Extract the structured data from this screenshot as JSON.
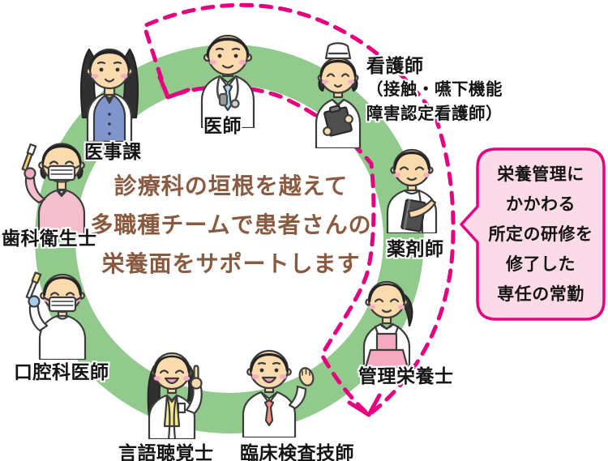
{
  "center_message": {
    "lines": [
      "診療科の垣根を越えて",
      "多職種チームで患者さんの",
      "栄養面をサポートします"
    ],
    "color": "#8a5a40"
  },
  "members": [
    {
      "id": "doctor",
      "label": "医師"
    },
    {
      "id": "nurse",
      "label": "看護師",
      "sublines": [
        "（接触・嚥下機能",
        "障害認定看護師）"
      ]
    },
    {
      "id": "pharmacist",
      "label": "薬剤師"
    },
    {
      "id": "registered-dietitian",
      "label": "管理栄養士"
    },
    {
      "id": "clinical-lab-technician",
      "label": "臨床検査技師"
    },
    {
      "id": "speech-therapist",
      "label": "言語聴覚士"
    },
    {
      "id": "oral-physician",
      "label": "口腔科医師"
    },
    {
      "id": "dental-hygienist",
      "label": "歯科衛生士"
    },
    {
      "id": "medical-affairs-division",
      "label": "医事課"
    }
  ],
  "callout": {
    "lines": [
      "栄養管理に",
      "かかわる",
      "所定の研修を",
      "修了した",
      "専任の常勤"
    ],
    "fill": "#fbdbe7",
    "border": "#e4007f"
  },
  "colors": {
    "ring_green": "#92c98c",
    "dash_pink": "#e4007f",
    "title_brown": "#8a5a40",
    "label_black": "#141414"
  }
}
